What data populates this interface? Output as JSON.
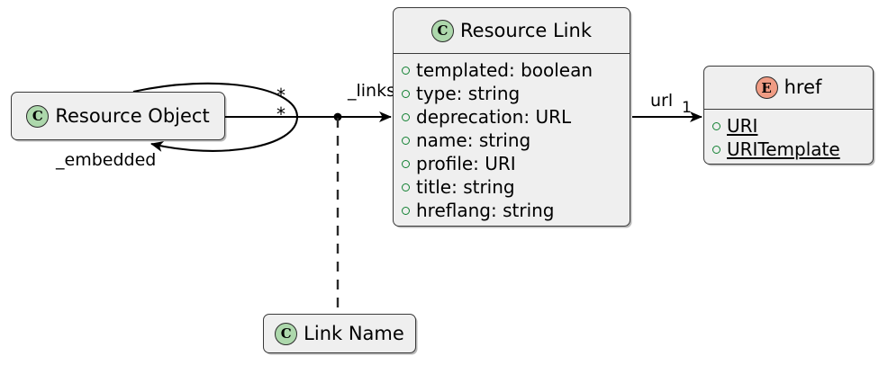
{
  "diagram": {
    "type": "uml-class-diagram",
    "background": "#FFFFFF",
    "accent_class": "#ADD8AC",
    "accent_enum": "#F09C84",
    "member_marker_color": "#118031",
    "box_fill": "#EFEFEF",
    "line_color": "#000000"
  },
  "classes": [
    {
      "id": "resource-object",
      "stereotype": "C",
      "kind": "class",
      "name": "Resource Object",
      "members": []
    },
    {
      "id": "resource-link",
      "stereotype": "C",
      "kind": "class",
      "name": "Resource Link",
      "members": [
        {
          "visibility": "public",
          "text": "templated: boolean"
        },
        {
          "visibility": "public",
          "text": "type: string"
        },
        {
          "visibility": "public",
          "text": "deprecation: URL"
        },
        {
          "visibility": "public",
          "text": "name: string"
        },
        {
          "visibility": "public",
          "text": "profile: URI"
        },
        {
          "visibility": "public",
          "text": "title: string"
        },
        {
          "visibility": "public",
          "text": "hreflang: string"
        }
      ]
    },
    {
      "id": "href",
      "stereotype": "E",
      "kind": "enum",
      "name": "href",
      "members": [
        {
          "visibility": "public",
          "text": "URI",
          "underline": true
        },
        {
          "visibility": "public",
          "text": "URITemplate",
          "underline": true
        }
      ]
    },
    {
      "id": "link-name",
      "stereotype": "C",
      "kind": "class",
      "name": "Link Name",
      "members": []
    }
  ],
  "relations": [
    {
      "id": "embedded-self-loop",
      "from": "resource-object",
      "to": "resource-object",
      "label": "_embedded",
      "source_multiplicity": "*",
      "style": "solid",
      "arrow": "filled"
    },
    {
      "id": "links-association",
      "from": "resource-object",
      "to": "resource-link",
      "label": "_links",
      "source_multiplicity": "*",
      "style": "solid",
      "arrow": "filled"
    },
    {
      "id": "url-association",
      "from": "resource-link",
      "to": "href",
      "label": "url",
      "target_multiplicity": "1",
      "style": "solid",
      "arrow": "filled"
    },
    {
      "id": "link-name-qualifier",
      "from": "links-association",
      "to": "link-name",
      "label": "",
      "style": "dashed",
      "arrow": "none"
    }
  ],
  "labels": {
    "embedded": "_embedded",
    "links": "_links",
    "url": "url",
    "star_upper": "*",
    "star_lower": "*",
    "one": "1"
  }
}
